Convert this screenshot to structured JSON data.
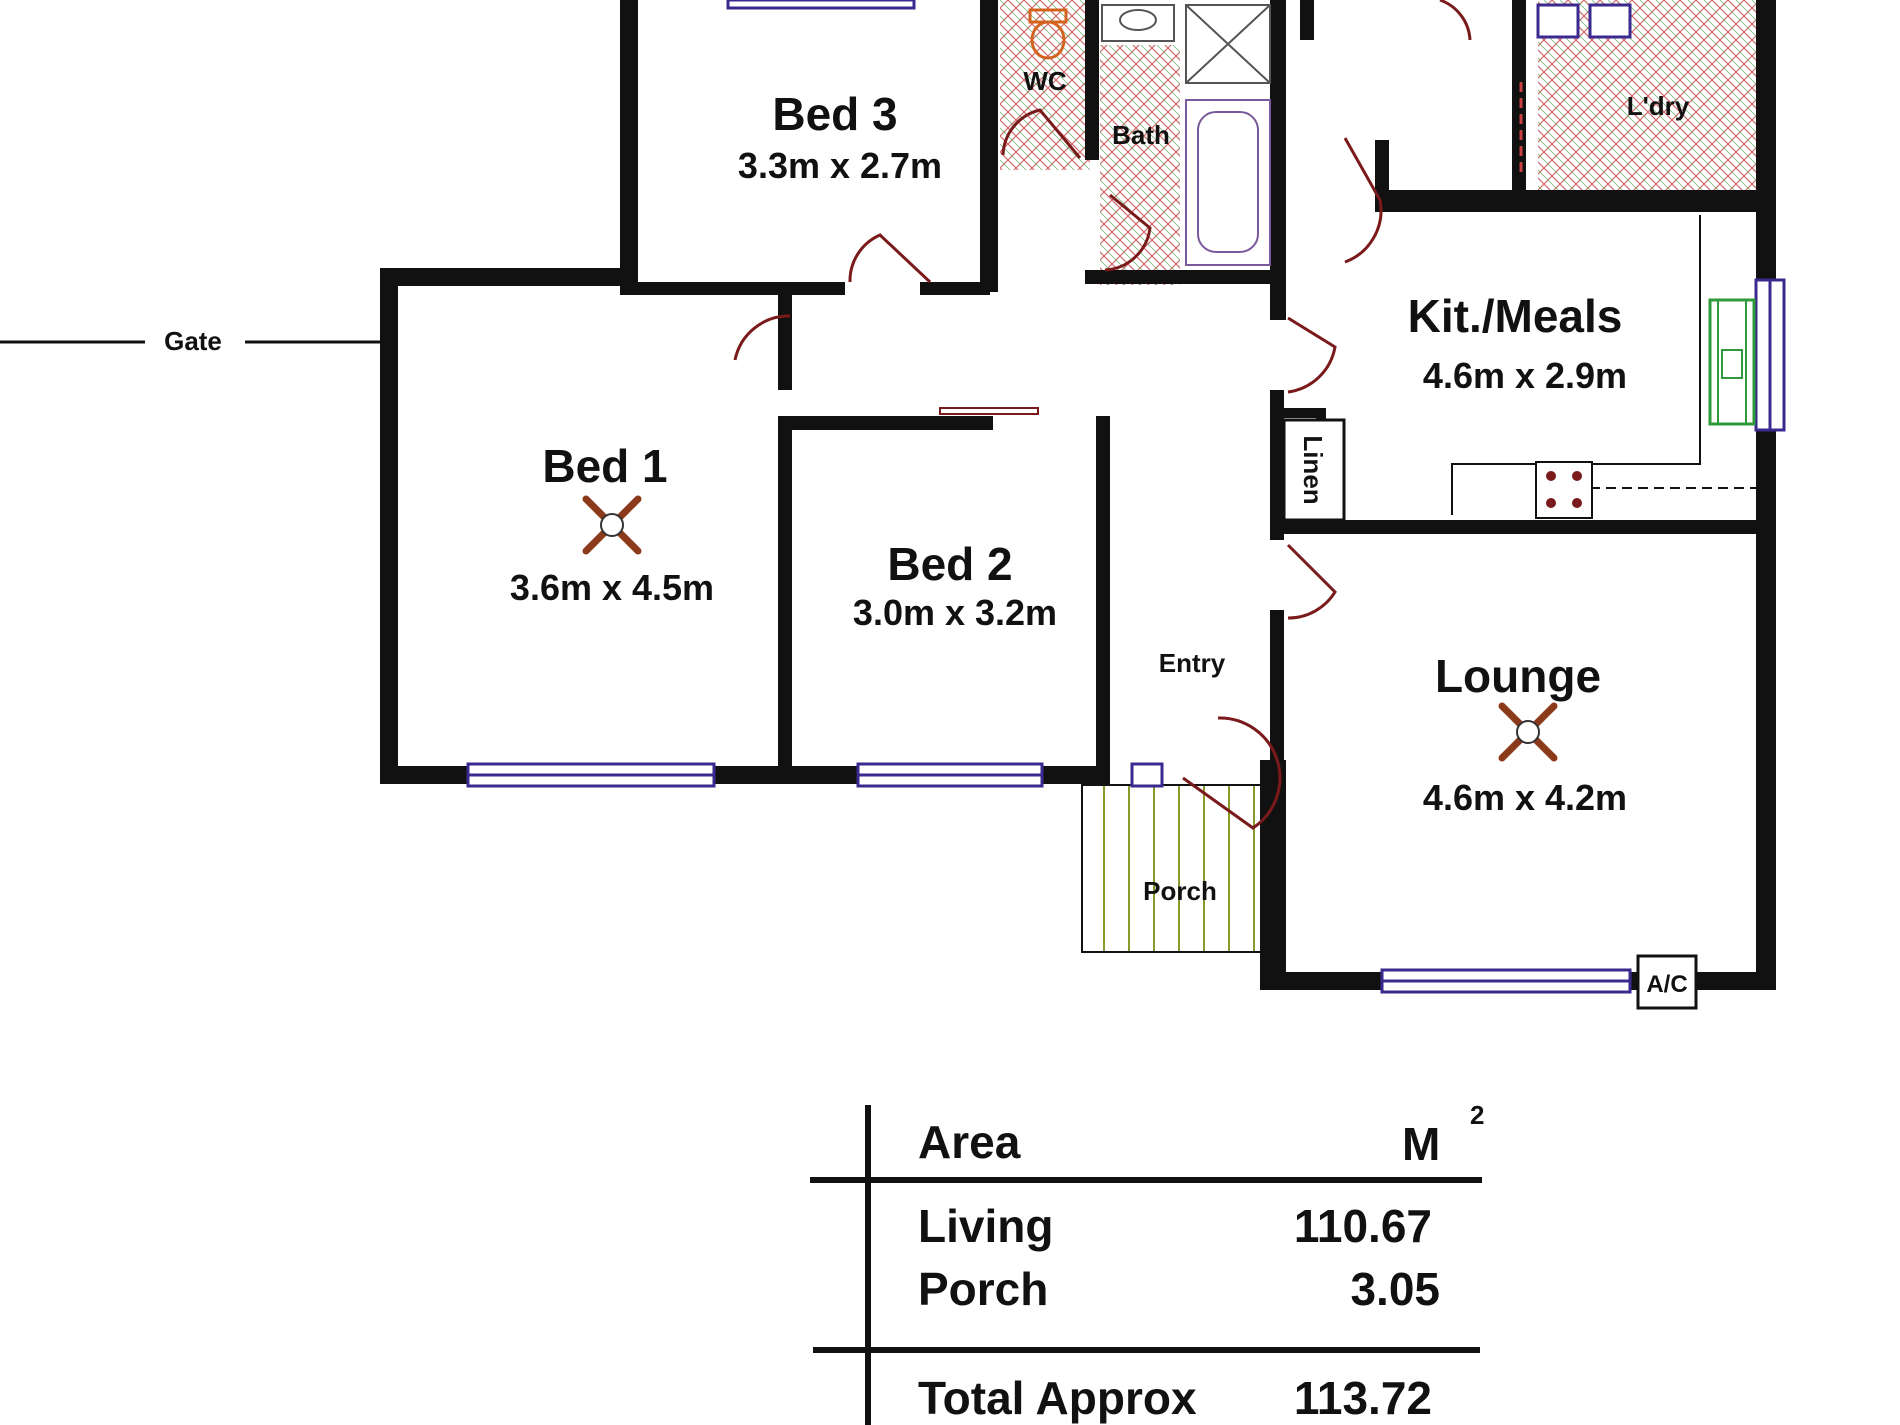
{
  "rooms": {
    "bed3": {
      "name": "Bed 3",
      "dims": "3.3m x 2.7m"
    },
    "bed1": {
      "name": "Bed 1",
      "dims": "3.6m x 4.5m"
    },
    "bed2": {
      "name": "Bed 2",
      "dims": "3.0m x 3.2m"
    },
    "kitchen": {
      "name": "Kit./Meals",
      "dims": "4.6m x 2.9m"
    },
    "lounge": {
      "name": "Lounge",
      "dims": "4.6m x 4.2m"
    }
  },
  "labels": {
    "wc": "WC",
    "bath": "Bath",
    "laundry": "L'dry",
    "linen": "Linen",
    "entry": "Entry",
    "porch": "Porch",
    "gate": "Gate",
    "ac": "A/C"
  },
  "area_table": {
    "header_label": "Area",
    "header_unit": "M",
    "header_unit_sup": "2",
    "rows": [
      {
        "label": "Living",
        "value": "110.67"
      },
      {
        "label": "Porch",
        "value": "3.05"
      }
    ],
    "total": {
      "label": "Total Approx",
      "value": "113.72"
    }
  },
  "colors": {
    "wall": "#111111",
    "window": "#3a2a8f",
    "door": "#7a1a1a",
    "tile": "#c85a5a",
    "tile_alt": "#5aa05a",
    "fan": "#8b3a1a",
    "toilet": "#d4621f",
    "sink_green": "#2e9a3a"
  }
}
